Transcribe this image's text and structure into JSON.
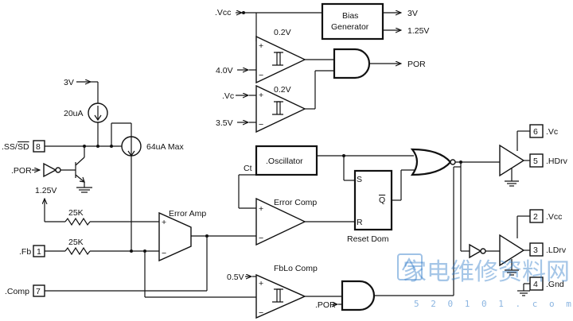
{
  "labels": {
    "vcc_top": ".Vcc",
    "v3_top": "3V",
    "v125_top": "1.25V",
    "bias": [
      "Bias",
      "Generator"
    ],
    "cmp1_ref": "0.2V",
    "cmp1_in": "4.0V",
    "cmp2_ref": "0.2V",
    "cmp2_in": ".Vc",
    "cmp2_in2": "3.5V",
    "por_out": "POR",
    "v3_ss": "3V",
    "i20": "20uA",
    "i64": "64uA Max",
    "ss": ".SS/",
    "sd": "SD",
    "pin8": "8",
    "por_in": ".POR",
    "v125_mid": "1.25V",
    "r1": "25K",
    "r2": "25K",
    "fb": ".Fb",
    "pin1": "1",
    "comp": ".Comp",
    "pin7": "7",
    "error_amp": "Error Amp",
    "ct": "Ct",
    "oscillator": ".Oscillator",
    "error_comp": "Error Comp",
    "reset_dom": "Reset Dom",
    "s": "S",
    "r": "R",
    "q": "Q",
    "fblo": "FbLo Comp",
    "v05": "0.5V",
    "por_low": ".POR",
    "pin6": "6",
    "vc_right": ".Vc",
    "pin5": "5",
    "hdrv": ".HDrv",
    "pin2": "2",
    "vcc_right": ".Vcc",
    "pin3": "3",
    "ldrv": ".LDrv",
    "pin4": "4",
    "gnd": ".Gnd",
    "plus": "+",
    "minus": "−"
  },
  "watermark": {
    "text": "家电维修资料网",
    "url": "5 2 0 1 0 1 . c o m",
    "color": "#2b78c8"
  }
}
